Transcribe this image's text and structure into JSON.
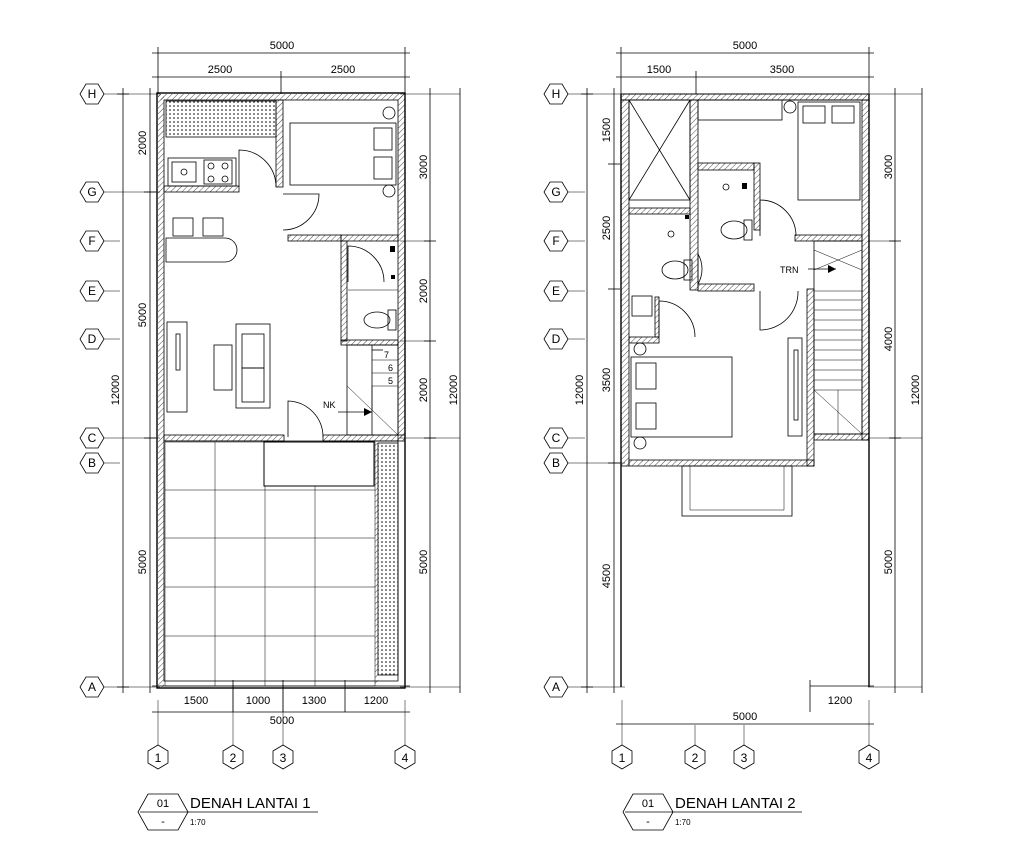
{
  "plans": [
    {
      "number": "01",
      "title": "DENAH LANTAI 1",
      "scale_tag": "-",
      "scale": "1:70",
      "top_total": "5000",
      "top_dims": [
        "2500",
        "2500"
      ],
      "bottom_dims": [
        "1500",
        "1000",
        "1300",
        "1200"
      ],
      "bottom_total": "5000",
      "left_dims": [
        "2000",
        "5000",
        "5000"
      ],
      "left_total": "12000",
      "right_dims": [
        "3000",
        "2000",
        "2000",
        "5000"
      ],
      "right_total": "12000",
      "labels": {
        "stair": "NK",
        "steps": [
          "7",
          "6",
          "5"
        ]
      },
      "row_axes": [
        "H",
        "G",
        "F",
        "E",
        "D",
        "C",
        "B",
        "A"
      ],
      "col_axes": [
        "1",
        "2",
        "3",
        "4"
      ]
    },
    {
      "number": "01",
      "title": "DENAH LANTAI 2",
      "scale_tag": "-",
      "scale": "1:70",
      "top_total": "5000",
      "top_dims": [
        "1500",
        "3500"
      ],
      "bottom_dims": [
        "1200"
      ],
      "bottom_total": "5000",
      "left_dims": [
        "1500",
        "2500",
        "3500",
        "4500"
      ],
      "left_total": "12000",
      "right_dims": [
        "3000",
        "4000",
        "5000"
      ],
      "right_total": "12000",
      "labels": {
        "stair": "TRN"
      },
      "row_axes": [
        "H",
        "G",
        "F",
        "E",
        "D",
        "C",
        "B",
        "A"
      ],
      "col_axes": [
        "1",
        "2",
        "3",
        "4"
      ]
    }
  ]
}
